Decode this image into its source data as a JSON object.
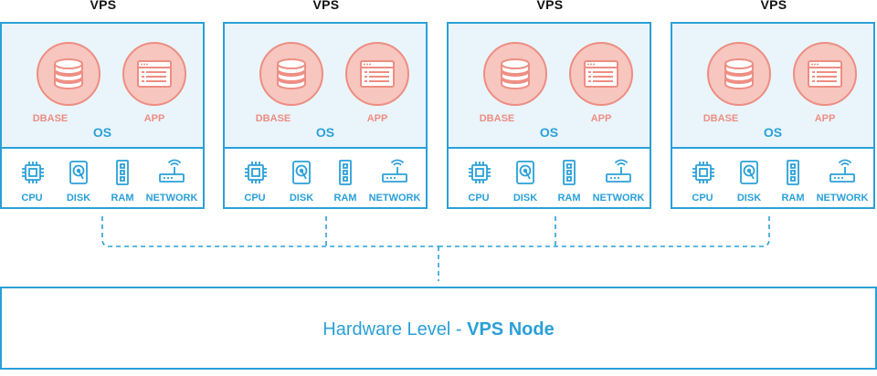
{
  "vps_nodes": [
    {
      "title": "VPS",
      "dbase_label": "DBASE",
      "app_label": "APP",
      "os_label": "OS",
      "resources": [
        "CPU",
        "DISK",
        "RAM",
        "NETWORK"
      ]
    },
    {
      "title": "VPS",
      "dbase_label": "DBASE",
      "app_label": "APP",
      "os_label": "OS",
      "resources": [
        "CPU",
        "DISK",
        "RAM",
        "NETWORK"
      ]
    },
    {
      "title": "VPS",
      "dbase_label": "DBASE",
      "app_label": "APP",
      "os_label": "OS",
      "resources": [
        "CPU",
        "DISK",
        "RAM",
        "NETWORK"
      ]
    },
    {
      "title": "VPS",
      "dbase_label": "DBASE",
      "app_label": "APP",
      "os_label": "OS",
      "resources": [
        "CPU",
        "DISK",
        "RAM",
        "NETWORK"
      ]
    }
  ],
  "hardware": {
    "label_prefix": "Hardware Level - ",
    "label_bold": "VPS Node"
  },
  "colors": {
    "accent": "#2aa0d8",
    "os_bg": "#e9f5fb",
    "circle_fill": "#f6c6bf",
    "circle_stroke": "#ee8d82"
  }
}
